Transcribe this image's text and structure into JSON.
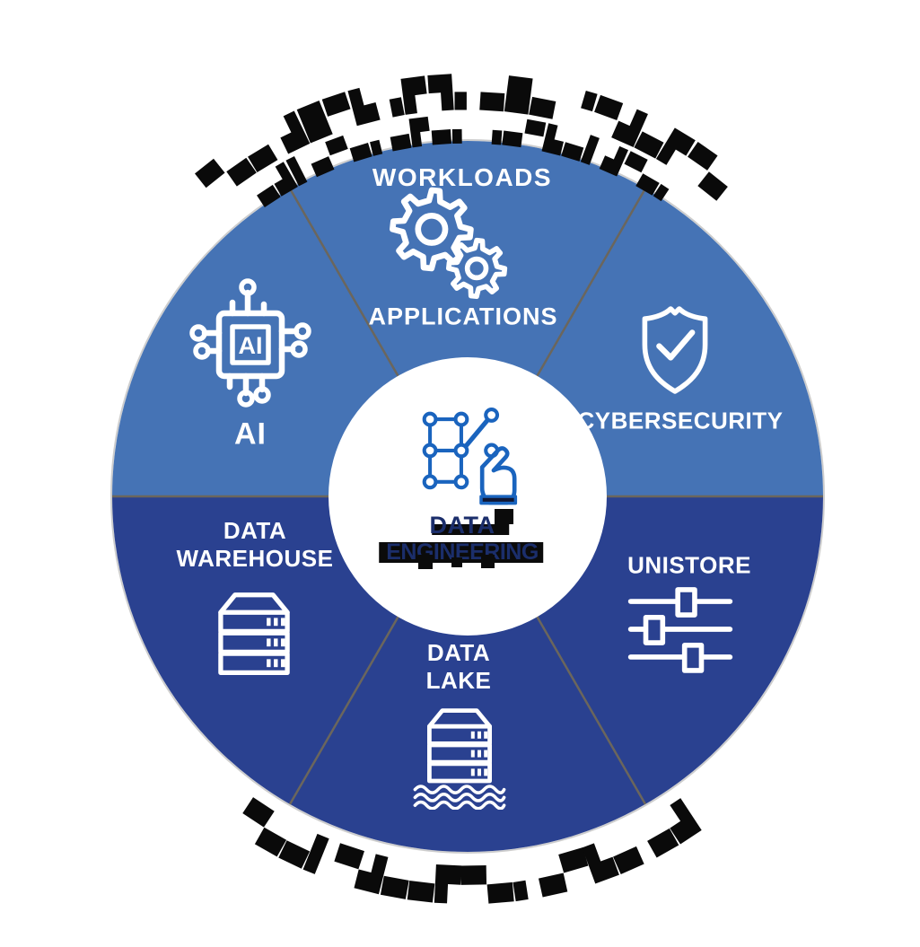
{
  "colors": {
    "background": "#FFFFFF",
    "segment-top-blue": "#4573B5",
    "segment-bottom-navy": "#2A4190",
    "divider-line": "#6B665C",
    "rim-gray": "#9B9B9B",
    "icon-stroke": "#FFFFFF",
    "label-text": "#FFFFFF",
    "center-icon-blue": "#1A64BE",
    "center-text-navy": "#1B2E6B",
    "glitch-black": "#0B0B0B",
    "arc-text-black": "#0A0A0A"
  },
  "arc_text": {
    "top_outer_garbled": "▄▀▟▙▖▗▄▛█▀▄▄ ▟█▀▙▗▛▜▖▄█▄ ▝▀▟▄▛▀▄▖▗▄▀▙▖▄▀▄",
    "top_inner_garbled": "▗▀▄▟▌▄▀▄▖▄▛▄▖        ▗▄▀▙▄▌▟▀▄▖▀▄",
    "bottom_garbled": "▖▀▙▄▗▟▀▄▄▌▀▟▄▄▛▀▄▖▄▀▙▄ ▄▟█▄▖▀▄▄"
  },
  "wheel": {
    "heading": "WORKLOADS",
    "segments": [
      {
        "label": "APPLICATIONS",
        "icon": "gears-icon"
      },
      {
        "label": "CYBERSECURITY",
        "icon": "shield-check-icon"
      },
      {
        "label": "UNISTORE",
        "icon": "sliders-icon"
      },
      {
        "label_line1": "DATA",
        "label_line2": "LAKE",
        "icon": "server-stack-waves-icon"
      },
      {
        "label_line1": "DATA",
        "label_line2": "WAREHOUSE",
        "icon": "server-stack-icon"
      },
      {
        "label": "AI",
        "icon": "ai-chip-icon",
        "icon_text": "AI"
      }
    ],
    "center": {
      "label_line1": "DATA",
      "label_line2": "ENGINEERING",
      "icon": "hand-data-network-icon"
    }
  }
}
